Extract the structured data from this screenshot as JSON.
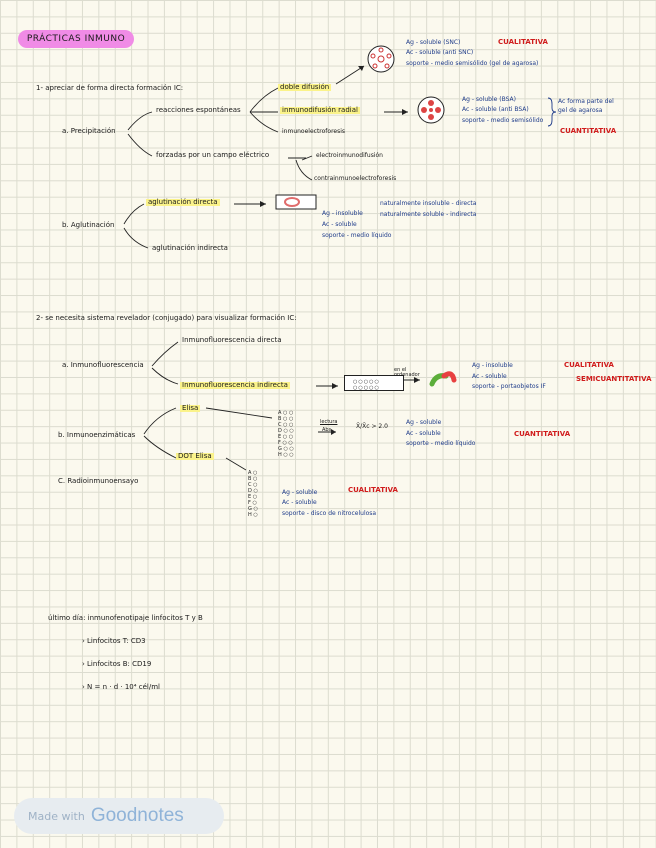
{
  "title": "PRÁCTICAS INMUNO",
  "section1": {
    "heading": "1- apreciar de forma directa formación IC:",
    "precipitation": {
      "label": "a. Precipitación",
      "spontaneous": "reacciones espontáneas",
      "forced": "forzadas por un campo eléctrico",
      "double": "doble difusión",
      "radial": "inmunodifusión radial",
      "ief": "inmunoelectroforesis",
      "electro_diff": "electroinmunodifusión",
      "counter": "contrainmunoelectroforesis",
      "double_notes": [
        "Ag - soluble (SNC)",
        "Ac - soluble (anti SNC)",
        "soporte - medio semisólido (gel de agarosa)"
      ],
      "double_type": "CUALITATIVA",
      "radial_notes": [
        "Ag - soluble (BSA)",
        "Ac - soluble (anti BSA)",
        "soporte - medio semisólido"
      ],
      "radial_brace": "Ac forma parte del gel de agarosa",
      "radial_type": "CUANTITATIVA"
    },
    "agglutination": {
      "label": "b. Aglutinación",
      "direct": "aglutinación directa",
      "indirect": "aglutinación indirecta",
      "notes": [
        "Ag - insoluble",
        "Ac - soluble",
        "soporte - medio líquido"
      ],
      "sub1": "naturalmente insoluble - directa",
      "sub2": "naturalmente soluble - indirecta"
    }
  },
  "section2": {
    "heading": "2- se necesita sistema revelador (conjugado) para visualizar formación IC:",
    "a_label": "a. Inmunofluorescencia",
    "if_direct": "Inmunofluorescencia directa",
    "if_indirect": "Inmunofluorescencia indirecta",
    "computer": "en el ordenador",
    "if_notes": [
      "Ag - insoluble",
      "Ac - soluble",
      "soporte - portaobjetos IF"
    ],
    "if_type1": "CUALITATIVA",
    "if_type2": "SEMICUANTITATIVA",
    "b_label": "b. Inmunoenzimáticas",
    "elisa": "Elisa",
    "dot_elisa": "DOT Elisa",
    "abs_top": "lectura",
    "abs_bottom": "Abs",
    "ratio": "X̄/X̄c > 2.0",
    "elisa_notes": [
      "Ag - soluble",
      "Ac - soluble",
      "soporte - medio líquido"
    ],
    "elisa_type": "CUANTITATIVA",
    "c_label": "C. Radioinmunoensayo",
    "dot_notes": [
      "Ag - soluble",
      "Ac - soluble",
      "soporte - disco de nitrocelulosa"
    ],
    "dot_type": "CUALITATIVA",
    "well_text": "○○○○○ ○○○○○",
    "plate_rows": "A ○\nB ○\nC ○\nD ○\nE ○\nF ○\nG ○\nH ○",
    "plate_rows2": "A ○ ○\nB ○ ○\nC ○ ○\nD ○ ○\nE ○ ○\nF ○ ○\nG ○ ○\nH ○ ○"
  },
  "last_day": {
    "heading": "último día: inmunofenotipaje linfocitos T y B",
    "items": [
      "Linfocitos T: CD3",
      "Linfocitos B: CD19",
      "N = n · d · 10⁴ cél/ml"
    ]
  },
  "badge": {
    "made_with": "Made with",
    "brand": "Goodnotes"
  }
}
